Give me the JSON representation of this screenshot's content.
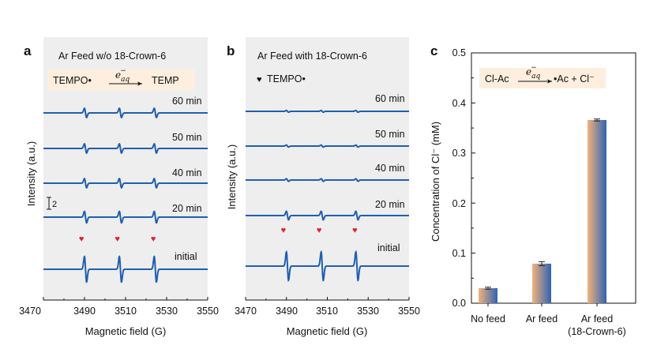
{
  "colors": {
    "trace": "#1f5fb0",
    "heart": "#e0202a",
    "box_fill": "#fdeedd",
    "panel_bg": "#eeeeee",
    "bar_left": "#f2b27c",
    "bar_right": "#2f63b3"
  },
  "chart_data": [
    {
      "id": "a",
      "type": "line",
      "panel_letter": "a",
      "title": "Ar Feed  w/o 18-Crown-6",
      "reaction": {
        "left": "TEMPO•",
        "arrow_label": "e",
        "arrow_sub": "aq",
        "arrow_sup": "−",
        "right": "TEMP"
      },
      "xlabel": "Magnetic field (G)",
      "ylabel": "Intensity (a.u.)",
      "xlim": [
        3470,
        3550
      ],
      "xticks": [
        "3470",
        "3490",
        "3510",
        "3530",
        "3550"
      ],
      "scale_bar_label": "2",
      "peak_centers": [
        3490.5,
        3507.5,
        3524.5
      ],
      "marker_positions": [
        3488.5,
        3506,
        3523.5
      ],
      "series": [
        {
          "name": "60 min",
          "relative_amplitude": 0.36
        },
        {
          "name": "50 min",
          "relative_amplitude": 0.36
        },
        {
          "name": "40 min",
          "relative_amplitude": 0.36
        },
        {
          "name": "20 min",
          "relative_amplitude": 0.45
        },
        {
          "name": "initial",
          "relative_amplitude": 1.0
        }
      ]
    },
    {
      "id": "b",
      "type": "line",
      "panel_letter": "b",
      "title": "Ar Feed with 18-Crown-6",
      "legend": "TEMPO•",
      "xlabel": "Magnetic field (G)",
      "ylabel": "Intensity (a.u.)",
      "xlim": [
        3470,
        3550
      ],
      "xticks": [
        "3470",
        "3490",
        "3510",
        "3530",
        "3550"
      ],
      "peak_centers": [
        3490.5,
        3507.5,
        3524.5
      ],
      "marker_positions": [
        3488.5,
        3506,
        3523.5
      ],
      "series": [
        {
          "name": "60 min",
          "relative_amplitude": 0.06
        },
        {
          "name": "50 min",
          "relative_amplitude": 0.07
        },
        {
          "name": "40 min",
          "relative_amplitude": 0.09
        },
        {
          "name": "20 min",
          "relative_amplitude": 0.3
        },
        {
          "name": "initial",
          "relative_amplitude": 1.0
        }
      ]
    },
    {
      "id": "c",
      "type": "bar",
      "panel_letter": "c",
      "reaction": {
        "left": "Cl-Ac",
        "arrow_label": "e",
        "arrow_sub": "aq",
        "arrow_sup": "−",
        "right": "•Ac + Cl⁻"
      },
      "ylabel": "Concentration of Cl⁻ (mM)",
      "ylim": [
        0,
        0.5
      ],
      "yticks": [
        "0.0",
        "0.1",
        "0.2",
        "0.3",
        "0.4",
        "0.5"
      ],
      "categories": [
        [
          "No feed"
        ],
        [
          "Ar feed"
        ],
        [
          "Ar feed",
          "(18-Crown-6)"
        ]
      ],
      "values": [
        0.03,
        0.079,
        0.366
      ],
      "errors": [
        0.002,
        0.004,
        0.002
      ]
    }
  ]
}
